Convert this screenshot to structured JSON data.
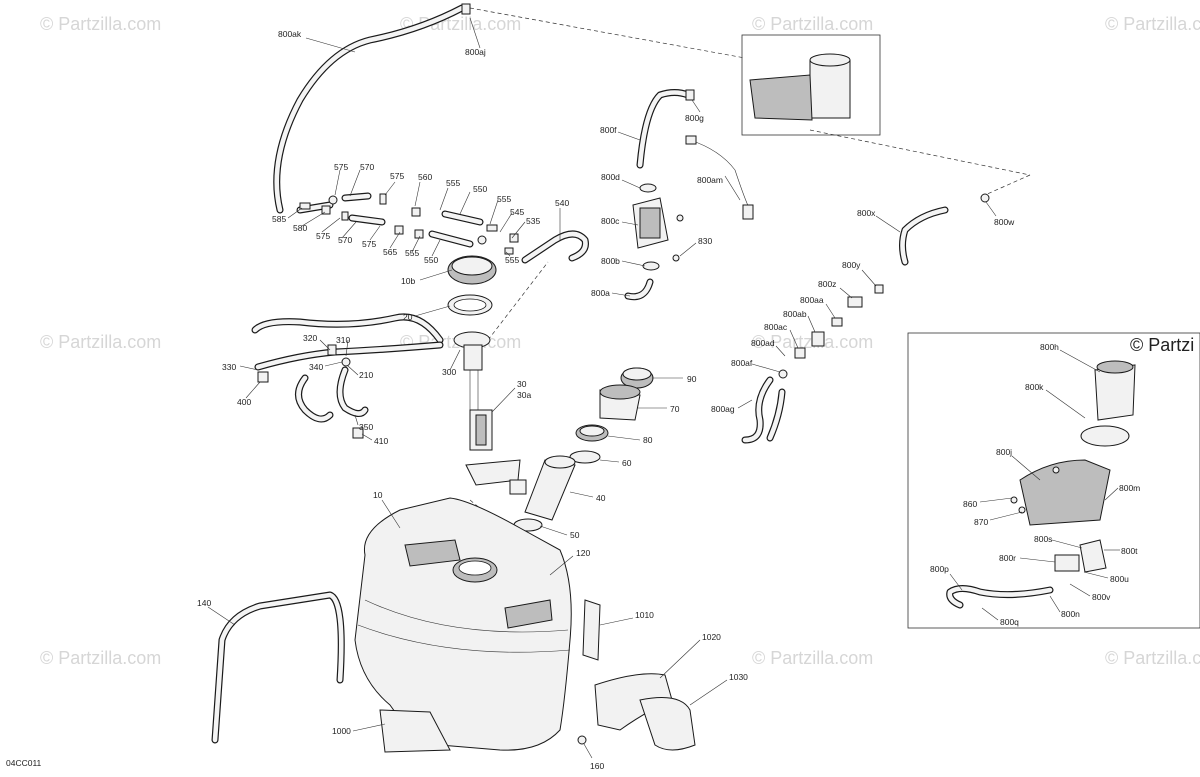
{
  "watermark": "© Partzilla.com",
  "watermark_cut": "© Partzi",
  "diagram_code": "04CC011",
  "callouts": {
    "c800ak": "800ak",
    "c800aj": "800aj",
    "c575a": "575",
    "c570a": "570",
    "c575b": "575",
    "c560": "560",
    "c555a": "555",
    "c550a": "550",
    "c555b": "555",
    "c545": "545",
    "c535": "535",
    "c540": "540",
    "c585": "585",
    "c580": "580",
    "c575c": "575",
    "c570b": "570",
    "c575d": "575",
    "c565": "565",
    "c555c": "555",
    "c550b": "550",
    "c555d": "555",
    "c10b": "10b",
    "c20": "20",
    "c300": "300",
    "c30": "30",
    "c30a": "30a",
    "c320": "320",
    "c310": "310",
    "c330": "330",
    "c340": "340",
    "c210": "210",
    "c400": "400",
    "c350": "350",
    "c410": "410",
    "c90": "90",
    "c70": "70",
    "c80": "80",
    "c60": "60",
    "c40": "40",
    "c50": "50",
    "c10": "10",
    "c120": "120",
    "c140": "140",
    "c1000": "1000",
    "c1010": "1010",
    "c1020": "1020",
    "c1030": "1030",
    "c160": "160",
    "c800f": "800f",
    "c800g": "800g",
    "c800am": "800am",
    "c800d": "800d",
    "c800c": "800c",
    "c830": "830",
    "c800b": "800b",
    "c800a": "800a",
    "c800x": "800x",
    "c800w": "800w",
    "c800y": "800y",
    "c800z": "800z",
    "c800aa": "800aa",
    "c800ab": "800ab",
    "c800ac": "800ac",
    "c800ad": "800ad",
    "c800af": "800af",
    "c800ag": "800ag",
    "c800h": "800h",
    "c800k": "800k",
    "c800j": "800j",
    "c800m": "800m",
    "c860": "860",
    "c870": "870",
    "c800s": "800s",
    "c800t": "800t",
    "c800r": "800r",
    "c800u": "800u",
    "c800p": "800p",
    "c800v": "800v",
    "c800q": "800q",
    "c800n": "800n"
  }
}
